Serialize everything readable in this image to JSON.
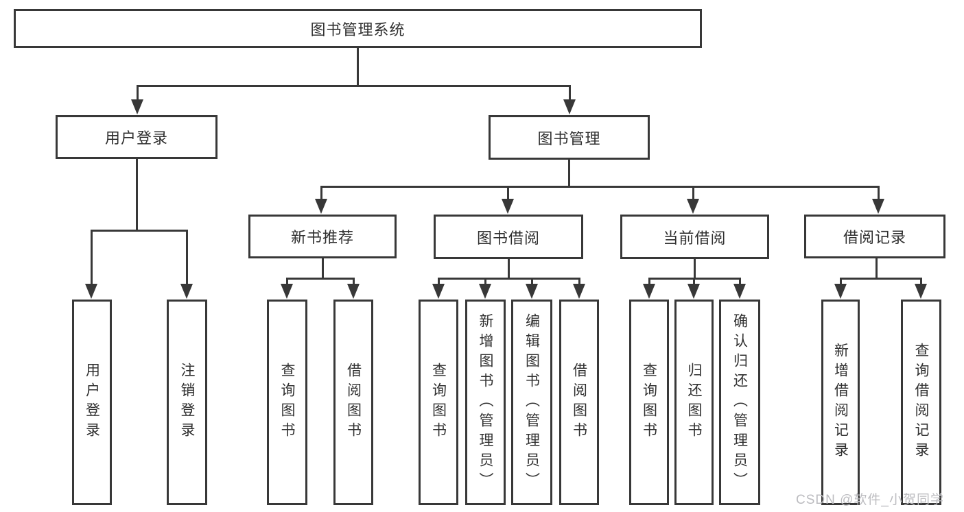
{
  "diagram": {
    "title": "图书管理系统",
    "root": {
      "label": "图书管理系统"
    },
    "level2": [
      {
        "label": "用户登录"
      },
      {
        "label": "图书管理"
      }
    ],
    "level3": [
      {
        "label": "新书推荐"
      },
      {
        "label": "图书借阅"
      },
      {
        "label": "当前借阅"
      },
      {
        "label": "借阅记录"
      }
    ],
    "leaves": [
      {
        "label": "用户登录"
      },
      {
        "label": "注销登录"
      },
      {
        "label": "查询图书"
      },
      {
        "label": "借阅图书"
      },
      {
        "label": "查询图书"
      },
      {
        "label": "新增图书（管理员）"
      },
      {
        "label": "编辑图书（管理员）"
      },
      {
        "label": "借阅图书"
      },
      {
        "label": "查询图书"
      },
      {
        "label": "归还图书"
      },
      {
        "label": "确认归还（管理员）"
      },
      {
        "label": "新增借阅记录"
      },
      {
        "label": "查询借阅记录"
      }
    ],
    "colors": {
      "line": "#383838",
      "text": "#303030",
      "background": "#ffffff",
      "watermark": "#bcbcc0"
    },
    "watermark": "CSDN @软件_小贺同学"
  }
}
